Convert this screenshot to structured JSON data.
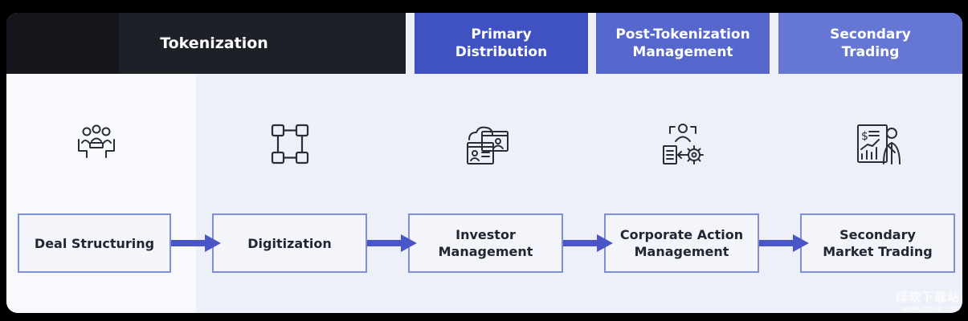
{
  "headers": {
    "tokenization": "Tokenization",
    "primary": "Primary\nDistribution",
    "post": "Post-Tokenization\nManagement",
    "secondary": "Secondary\nTrading"
  },
  "steps": [
    {
      "label": "Deal Structuring",
      "icon": "meeting-people-icon"
    },
    {
      "label": "Digitization",
      "icon": "blocks-network-icon"
    },
    {
      "label": "Investor\nManagement",
      "icon": "cloud-profile-icon"
    },
    {
      "label": "Corporate Action\nManagement",
      "icon": "person-gear-icon"
    },
    {
      "label": "Secondary\nMarket Trading",
      "icon": "trading-chart-icon"
    }
  ],
  "watermark": {
    "cn": "绿软下载站",
    "url": "www.itmop.com"
  },
  "colors": {
    "dark_header": "#1d2027",
    "primary_header": "#4052c2",
    "post_header": "#5566cc",
    "secondary_header": "#6577d3",
    "arrow": "#4a56c8",
    "box_border": "#7f8ed6"
  }
}
